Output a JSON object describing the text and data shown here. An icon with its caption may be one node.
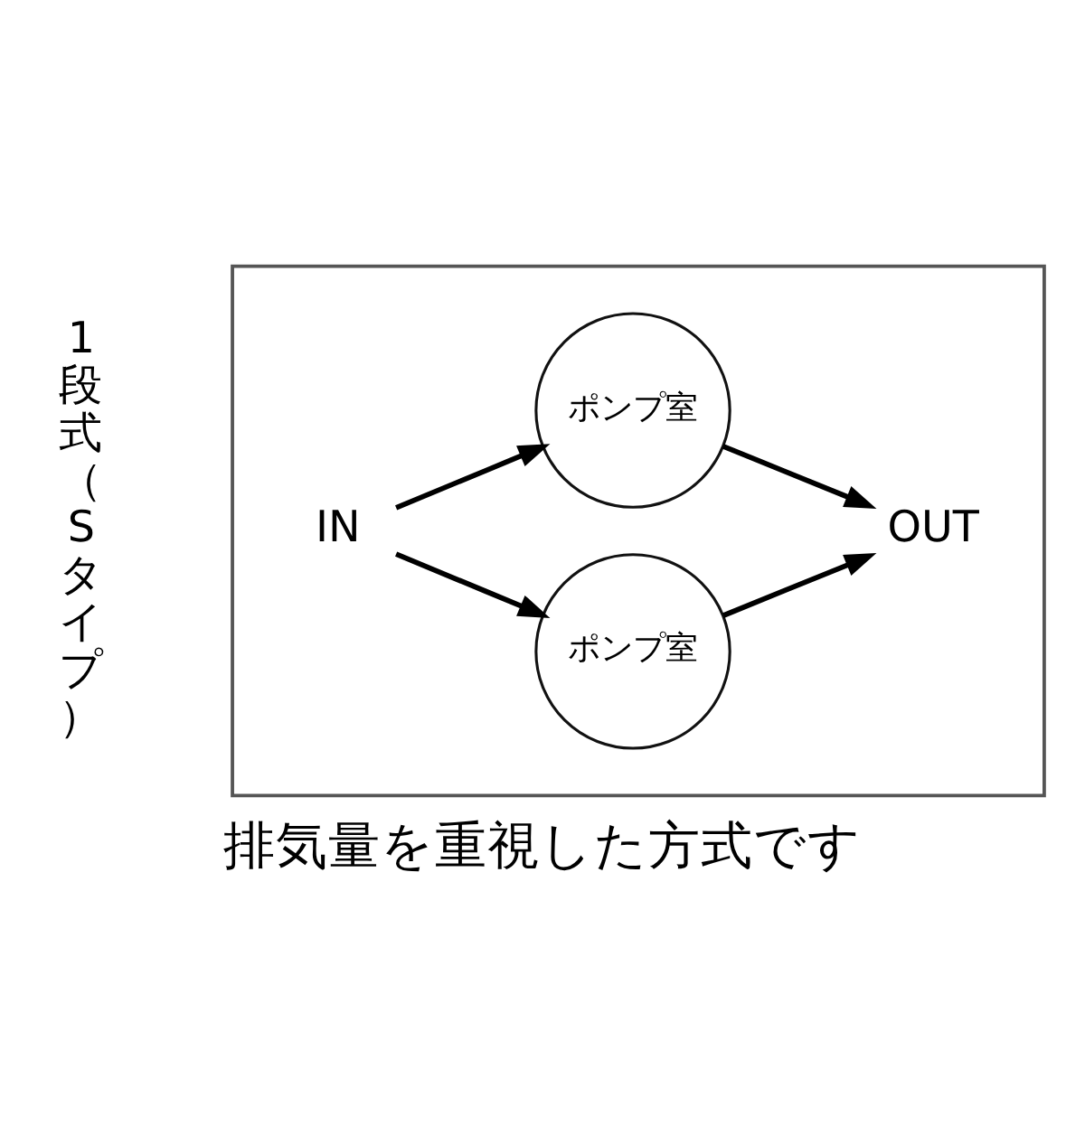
{
  "diagram": {
    "caption": "排気量を重視した方式です",
    "nodes": [
      {
        "text": [],
        "shape": "box"
      },
      {
        "text": [
          "IN"
        ],
        "in": 0
      },
      {
        "text": [
          "ポンプ室"
        ],
        "in": 0
      },
      {
        "text": [
          "ポンプ室"
        ],
        "in": 0
      },
      {
        "text": [
          "OUT"
        ],
        "in": 0
      }
    ],
    "edges": [
      {
        "from": 1,
        "to": 2,
        "arrow": "to"
      },
      {
        "from": 1,
        "to": 3,
        "arrow": "to"
      },
      {
        "from": 2,
        "to": 4,
        "arrow": "to"
      },
      {
        "from": 3,
        "to": 4,
        "arrow": "to"
      }
    ],
    "labels": [
      "1段式（Sタイプ）"
    ]
  }
}
